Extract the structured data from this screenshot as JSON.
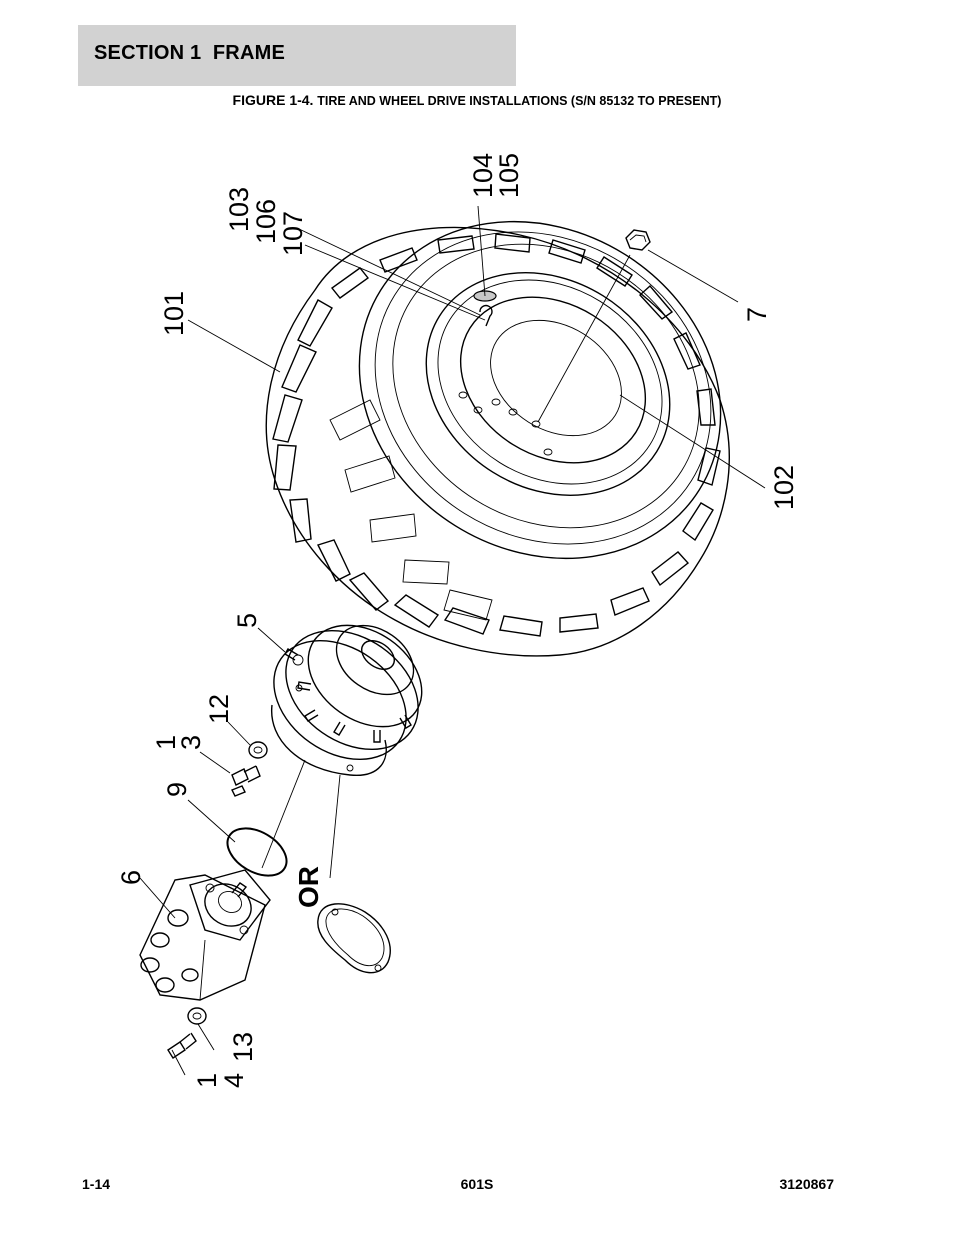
{
  "header": {
    "section_title": "SECTION 1  FRAME"
  },
  "figure": {
    "prefix": "FIGURE 1-4.",
    "title": "TIRE AND WHEEL DRIVE INSTALLATIONS (S/N 85132 TO PRESENT)"
  },
  "callouts": {
    "c101": "101",
    "c103": "103",
    "c106": "106",
    "c107": "107",
    "c104": "104",
    "c105": "105",
    "c7": "7",
    "c102": "102",
    "c5": "5",
    "c12": "12",
    "c1a": "1",
    "c3": "3",
    "c9": "9",
    "c6": "6",
    "c13": "13",
    "c1b": "1",
    "c4": "4",
    "or": "OR"
  },
  "footer": {
    "page_number": "1-14",
    "model": "601S",
    "document_number": "3120867"
  }
}
